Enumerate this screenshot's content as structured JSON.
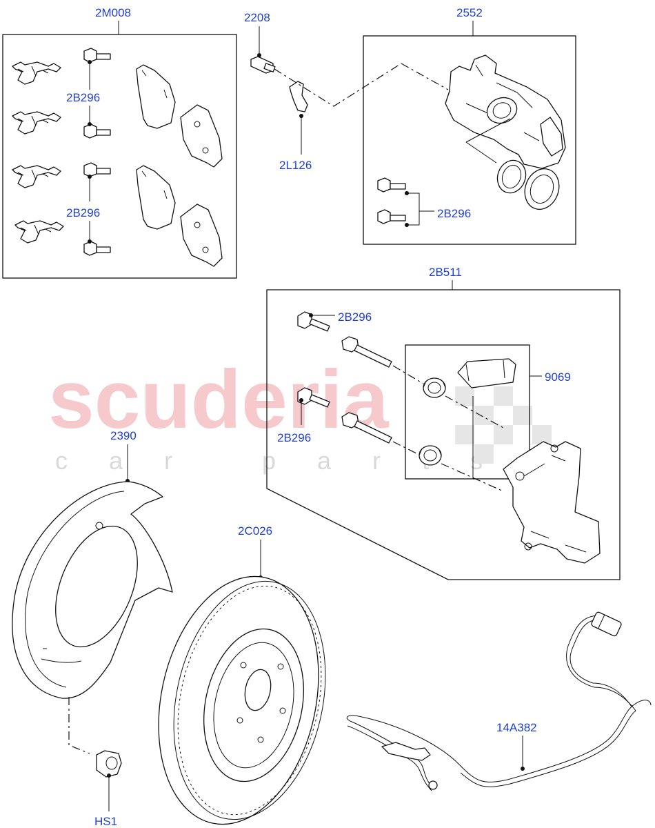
{
  "labels": {
    "pad_kit": "2M008",
    "bleed_screw": "2208",
    "caliper": "2552",
    "bolt": "2B296",
    "clip": "2L126",
    "carrier_kit": "2B511",
    "guide_kit": "9069",
    "shield": "2390",
    "disc": "2C026",
    "sensor": "14A382",
    "shield_bolt": "HS1"
  },
  "watermark": {
    "main": "scuderia",
    "sub": "car parts"
  },
  "colors": {
    "label": "#1f3fd6",
    "line": "#111111",
    "watermark": "#f6c9cc"
  }
}
